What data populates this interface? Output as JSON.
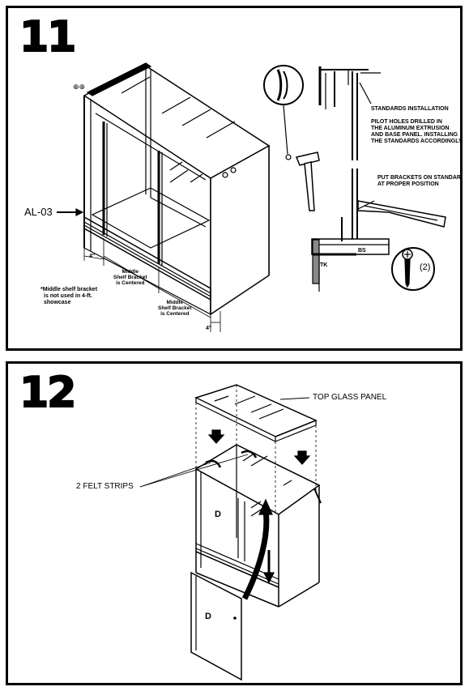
{
  "step11": {
    "number": "11",
    "part_label": "AL-03",
    "dim_left": "4\"",
    "dim_right": "4\"",
    "middle_bracket_1": [
      "Middle",
      "Shelf Bracket",
      "is Centered"
    ],
    "middle_bracket_2": [
      "Middle",
      "Shelf Bracket",
      "is Centered"
    ],
    "footnote": [
      "*Middle shelf bracket",
      "is not used in 4-ft.",
      "showcase"
    ],
    "standards_title": "STANDARDS INSTALLATION",
    "standards_note": [
      "PILOT HOLES DRILLED IN",
      "THE ALUMINUM EXTRUSION",
      "AND BASE PANEL. INSTALLING",
      "THE STANDARDS ACCORDINGLY"
    ],
    "brackets_note": [
      "PUT BRACKETS ON STANDARI",
      "AT PROPER POSITION"
    ],
    "code_bs": "BS",
    "code_tk": "TK",
    "screw_qty": "(2)"
  },
  "step12": {
    "number": "12",
    "top_glass_label": "TOP GLASS PANEL",
    "felt_label": "2 FELT STRIPS",
    "door_letter_1": "D",
    "door_letter_2": "D"
  }
}
